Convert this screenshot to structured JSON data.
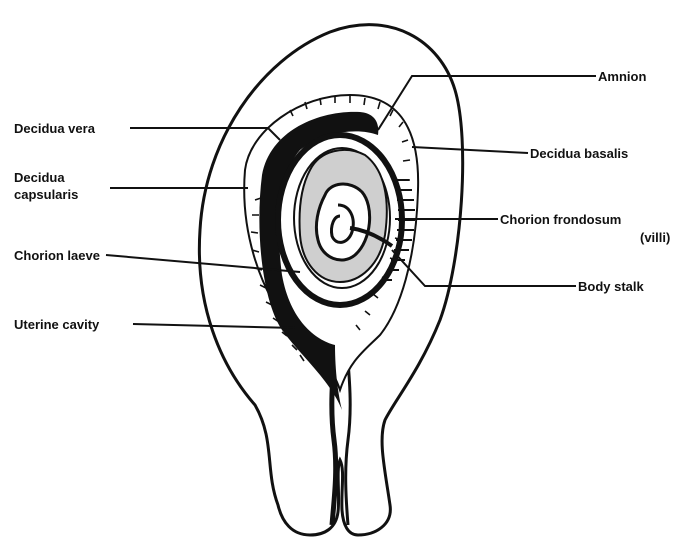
{
  "labels": {
    "amnion": "Amnion",
    "decidua_vera": "Decidua vera",
    "decidua_basalis": "Decidua basalis",
    "decidua_capsularis_line1": "Decidua",
    "decidua_capsularis_line2": "capsularis",
    "chorion_frondosum_line1": "Chorion frondosum",
    "chorion_frondosum_line2": "(villi)",
    "chorion_laeve": "Chorion laeve",
    "body_stalk": "Body stalk",
    "uterine_cavity": "Uterine cavity"
  }
}
